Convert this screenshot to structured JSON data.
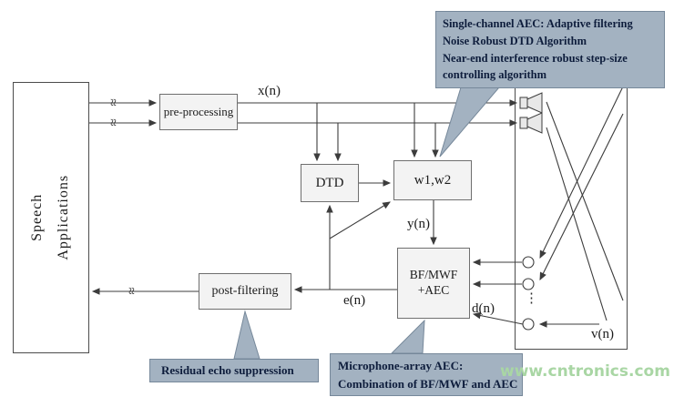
{
  "diagram": {
    "boxes": {
      "speech_app": {
        "line1": "Speech",
        "line2": "Applications"
      },
      "pre_processing": {
        "label": "pre-processing"
      },
      "dtd": {
        "label": "DTD"
      },
      "w1w2": {
        "label": "w1,w2"
      },
      "bf_mwf_aec": {
        "line1": "BF/MWF",
        "line2": "+AEC"
      },
      "post_filtering": {
        "label": "post-filtering"
      }
    },
    "signal_labels": {
      "x": "x(n)",
      "y": "y(n)",
      "e": "e(n)",
      "d": "d(n)",
      "v": "v(n)"
    },
    "wire_break_symbol": "≈",
    "mic_ellipsis": "⋮"
  },
  "callouts": {
    "single_channel_aec": {
      "lines": [
        "Single-channel AEC:  Adaptive filtering",
        "Noise Robust DTD Algorithm",
        "Near-end interference robust step-size",
        "controlling algorithm"
      ]
    },
    "residual_echo": {
      "label": "Residual echo suppression"
    },
    "mic_array_aec": {
      "lines": [
        "Microphone-array AEC:",
        "Combination of BF/MWF and AEC"
      ]
    }
  },
  "watermark": {
    "text": "www.cntronics.com",
    "color": "#a9d6a4"
  },
  "colors": {
    "callout_bg": "#a3b2c1",
    "callout_border": "#76889a",
    "callout_text": "#0e1d3c",
    "box_bg": "#f3f3f3",
    "line": "#3c3c3c"
  }
}
